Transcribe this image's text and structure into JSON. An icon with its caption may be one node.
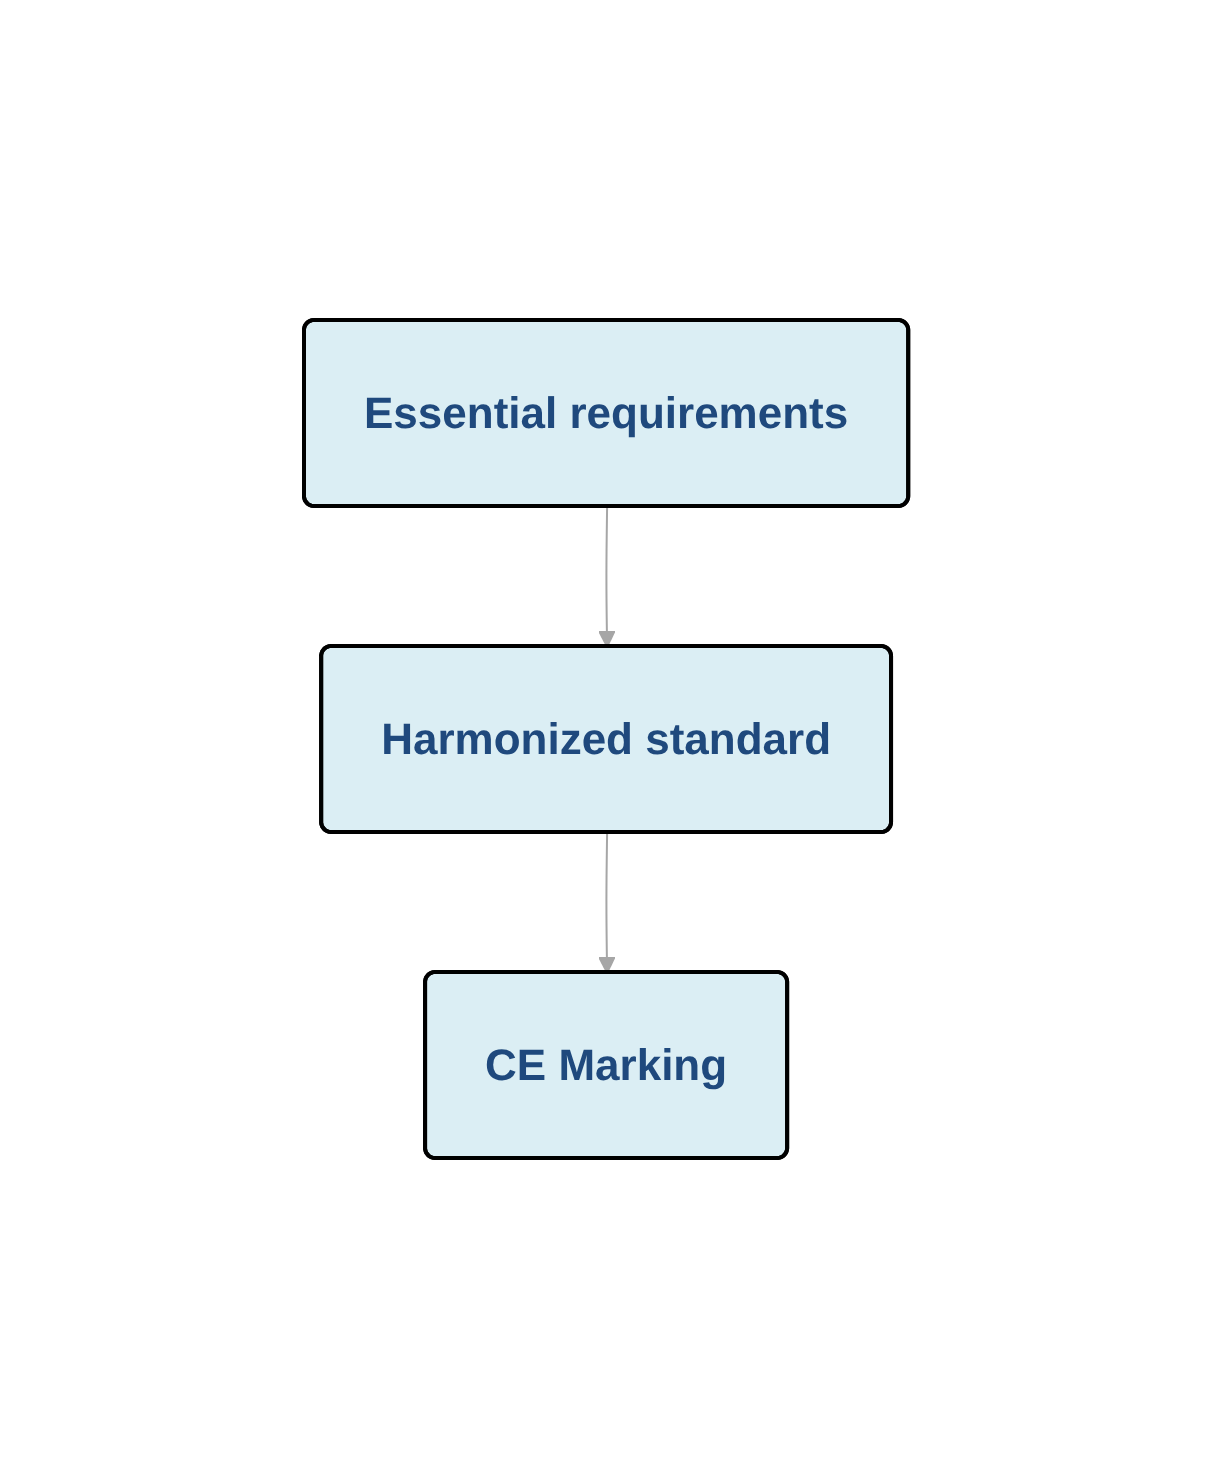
{
  "diagram": {
    "nodes": [
      {
        "text": [
          "Essential requirements"
        ]
      },
      {
        "text": [
          "Harmonized standard"
        ]
      },
      {
        "text": [
          "CE Marking"
        ]
      }
    ],
    "edges": [
      {
        "from": 0,
        "to": 1,
        "arrow": "to"
      },
      {
        "from": 1,
        "to": 2,
        "arrow": "to"
      }
    ]
  }
}
